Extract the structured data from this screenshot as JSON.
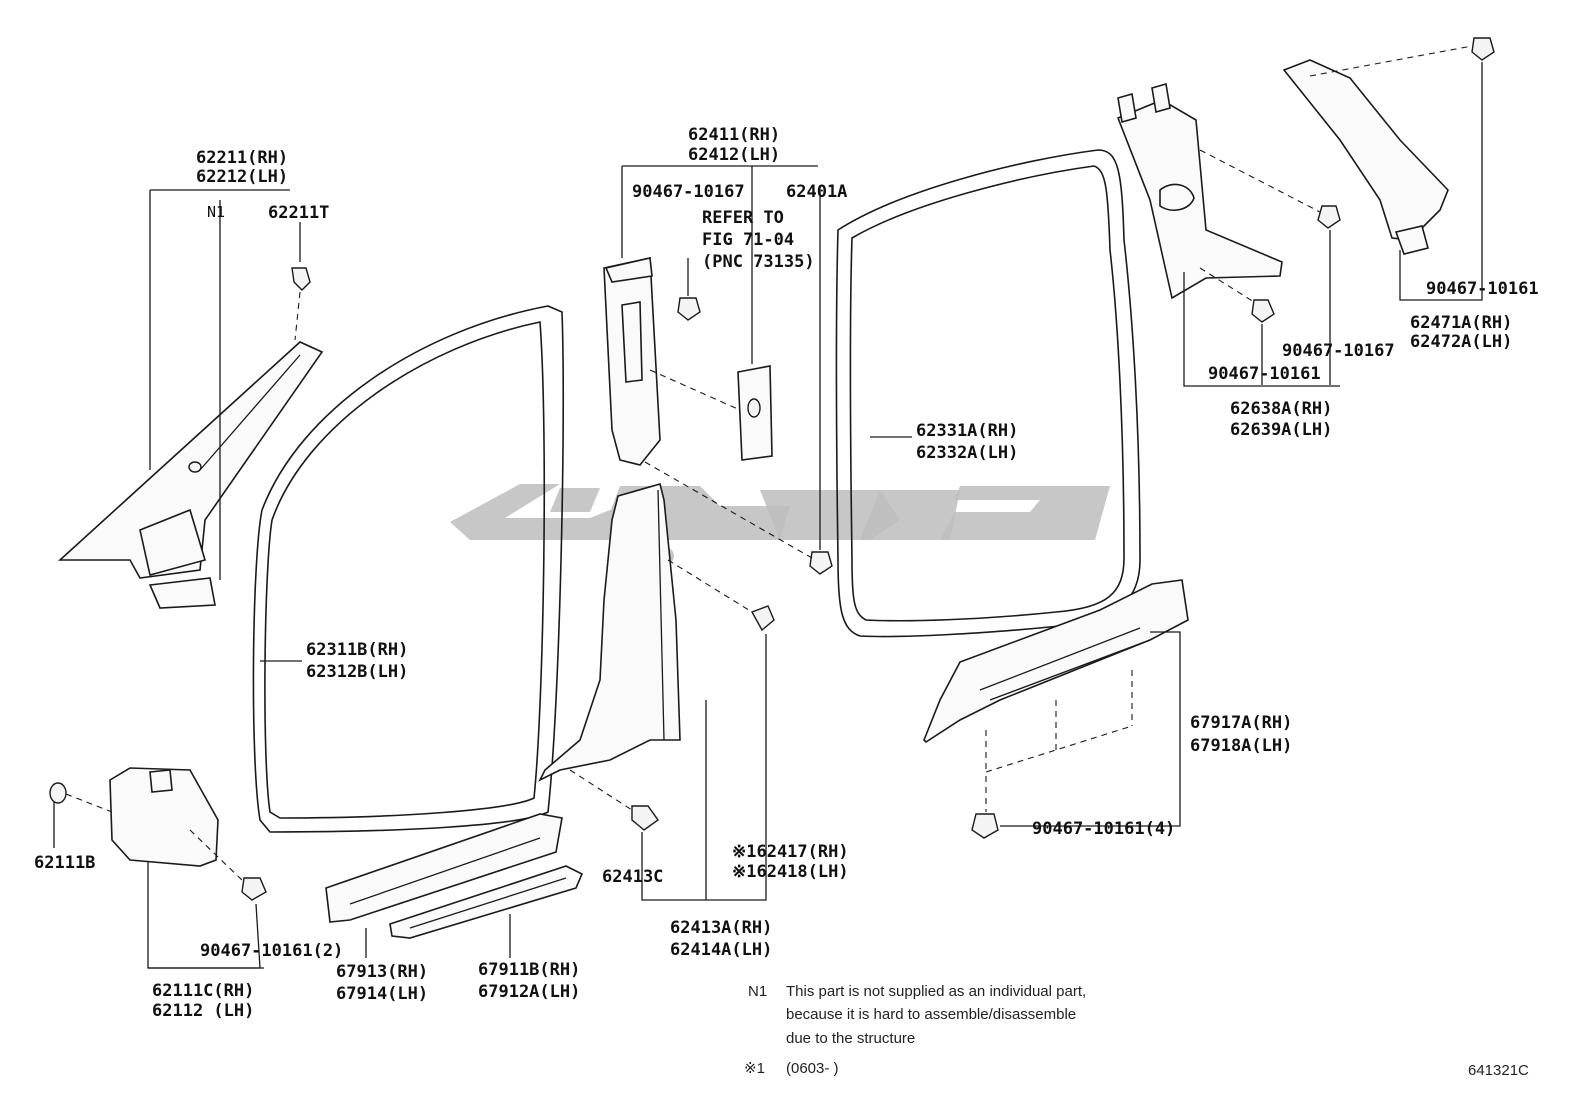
{
  "labels": {
    "a_pillar_rh": "62211(RH)",
    "a_pillar_lh": "62212(LH)",
    "n1_marker": "N1",
    "a_pillar_clip": "62211T",
    "b_pillar_rh": "62411(RH)",
    "b_pillar_lh": "62412(LH)",
    "b_pillar_clip": "90467-10167",
    "refer_line1": "REFER TO",
    "refer_line2": "FIG 71-04",
    "refer_line3": "(PNC 73135)",
    "b_pillar_clip2": "62401A",
    "front_seal_rh": "62311B(RH)",
    "front_seal_lh": "62312B(LH)",
    "rear_seal_rh": "62331A(RH)",
    "rear_seal_lh": "62332A(LH)",
    "c_pillar_rh": "62638A(RH)",
    "c_pillar_lh": "62639A(LH)",
    "c_clip_a": "90467-10167",
    "c_clip_b": "90467-10161",
    "d_pillar_rh": "62471A(RH)",
    "d_pillar_lh": "62472A(LH)",
    "d_clip": "90467-10161",
    "rear_scuff_rh": "67917A(RH)",
    "rear_scuff_lh": "67918A(LH)",
    "rear_scuff_clip": "90467-10161(4)",
    "cowl_clip": "62111B",
    "cowl_rh": "62111C(RH)",
    "cowl_lh": "62112  (LH)",
    "cowl_screw": "90467-10161(2)",
    "front_scuff_rh": "67913(RH)",
    "front_scuff_lh": "67914(LH)",
    "front_plate_rh": "67911B(RH)",
    "front_plate_lh": "67912A(LH)",
    "lower_b_clip": "62413C",
    "lower_b_rh": "62413A(RH)",
    "lower_b_lh": "62414A(LH)",
    "b_cover_rh": "※162417(RH)",
    "b_cover_lh": "※162418(LH)"
  },
  "notes": {
    "n1_key": "N1",
    "n1_line1": "This part is not supplied as an individual part,",
    "n1_line2": "because it is hard to assemble/disassemble",
    "n1_line3": "due to the structure",
    "ref1_key": "※1",
    "ref1_text": "(0603-        )"
  },
  "figure_id": "641321C",
  "watermark_color": "#bdbdbd"
}
